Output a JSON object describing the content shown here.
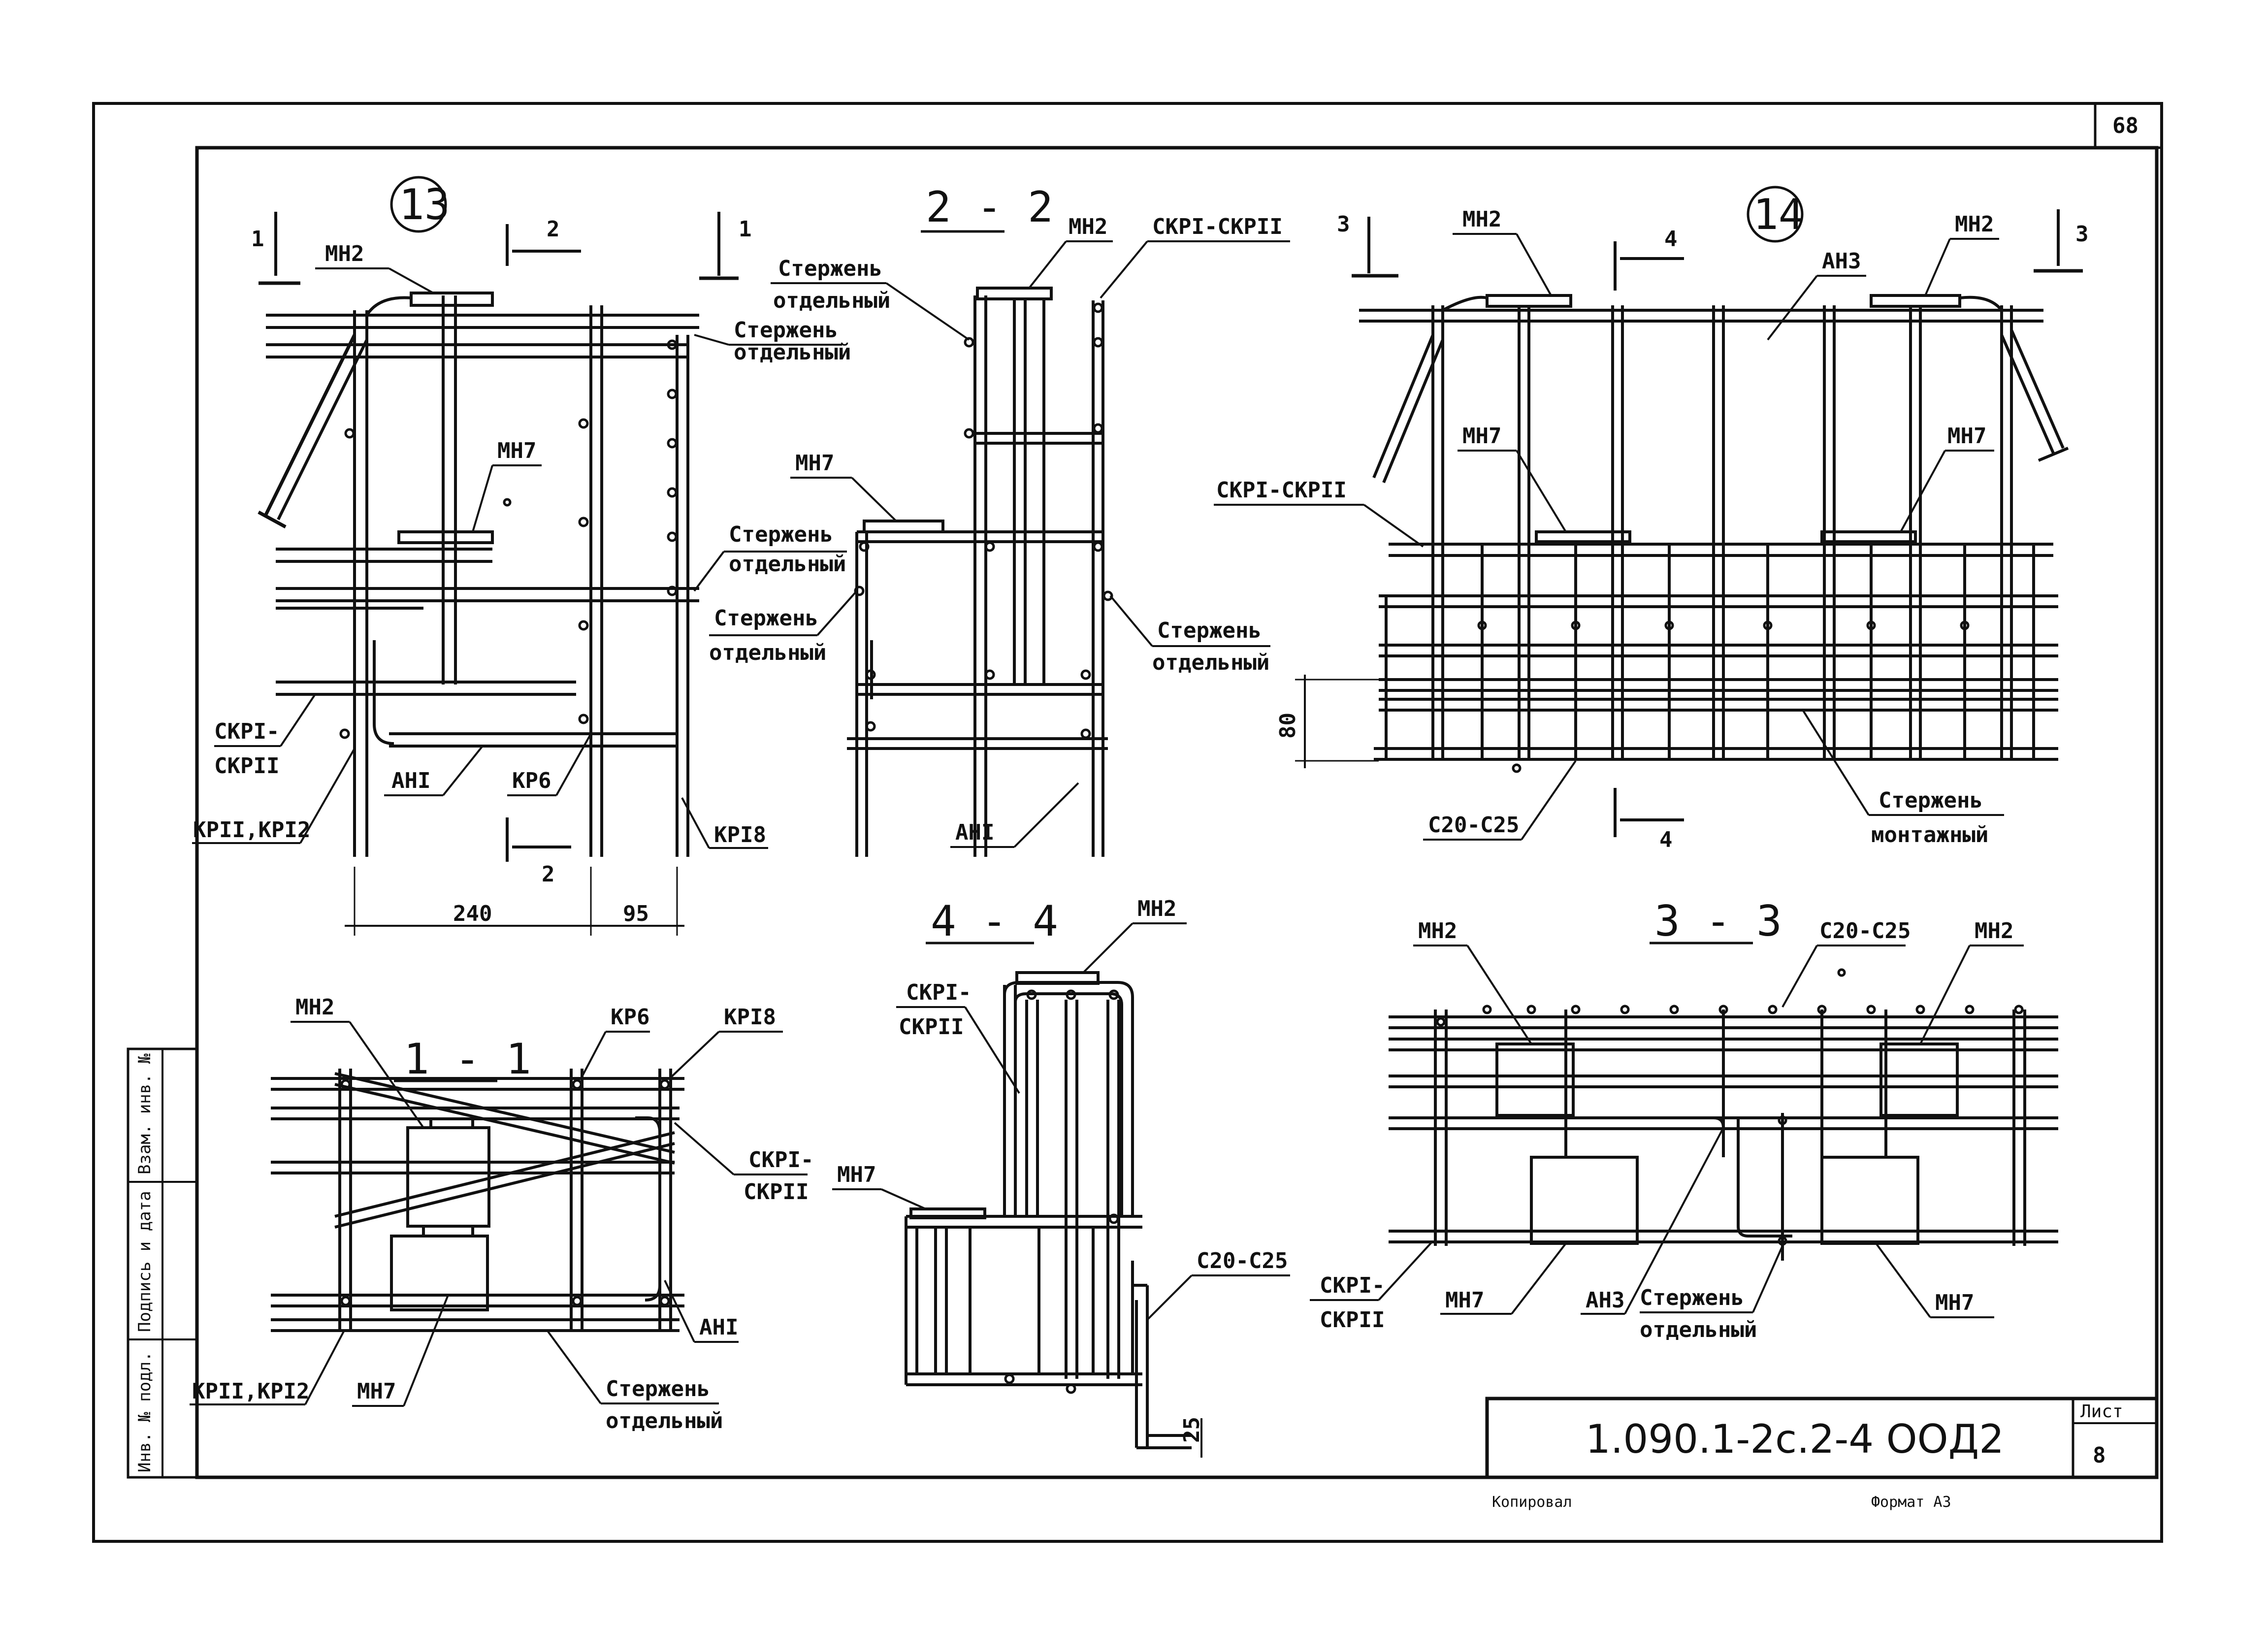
{
  "sheet_number_top": "68",
  "side_stamp": {
    "col1": "Инв. № подл.",
    "col2": "Подпись и дата",
    "col3": "Взам. инв. №"
  },
  "title_block": {
    "code": "1.090.1-2с.2-4 ООД2",
    "sheet_label": "Лист",
    "sheet_value": "8",
    "copied": "Копировал",
    "format": "Формат А3"
  },
  "node13": {
    "circle": "13",
    "cut1_left": "1",
    "cut1_right": "1",
    "cut2_top": "2",
    "cut2_bottom": "2",
    "mn2": "МН2",
    "rod1": "Стержень",
    "rod1b": "отдельный",
    "mn7": "МН7",
    "rod2": "Стержень",
    "rod2b": "отдельный",
    "skr_a": "СКРI-",
    "skr_b": "СКРII",
    "an1": "АНI",
    "kr6": "КР6",
    "kr11": "КРII,КРI2",
    "kr18": "КРI8",
    "dim240": "240",
    "dim95": "95"
  },
  "sec22": {
    "title": "2 - 2",
    "rod_a": "Стержень",
    "rod_b": "отдельный",
    "mn2": "МН2",
    "skr": "СКРI-СКРII",
    "mn7": "МН7",
    "rod2a": "Стержень",
    "rod2b": "отдельный",
    "rod3a": "Стержень",
    "rod3b": "отдельный",
    "an1": "АНI"
  },
  "node14": {
    "circle": "14",
    "cut3_left": "3",
    "cut3_right": "3",
    "cut4_top": "4",
    "cut4_bottom": "4",
    "mn2_left": "МН2",
    "mn2_right": "МН2",
    "an3": "АН3",
    "mn7_left": "МН7",
    "mn7_right": "МН7",
    "skr": "СКРI-СКРII",
    "dim80": "80",
    "c20": "С20-С25",
    "rod_a": "Стержень",
    "rod_b": "монтажный"
  },
  "sec11": {
    "title": "1 - 1",
    "mn2": "МН2",
    "kr6": "КР6",
    "kr18": "КРI8",
    "skr_a": "СКРI-",
    "skr_b": "СКРII",
    "an1": "АНI",
    "kr11": "КРII,КРI2",
    "mn7": "МН7",
    "rod_a": "Стержень",
    "rod_b": "отдельный"
  },
  "sec44": {
    "title": "4 - 4",
    "mn2": "МН2",
    "skr_a": "СКРI-",
    "skr_b": "СКРII",
    "mn7": "МН7",
    "c20": "С20-С25",
    "dim25": "25"
  },
  "sec33": {
    "title": "3 - 3",
    "mn2_left": "МН2",
    "c20": "С20-С25",
    "mn2_right": "МН2",
    "skr_a": "СКРI-",
    "skr_b": "СКРII",
    "mn7_left": "МН7",
    "an3": "АН3",
    "rod_a": "Стержень",
    "rod_b": "отдельный",
    "mn7_right": "МН7"
  }
}
